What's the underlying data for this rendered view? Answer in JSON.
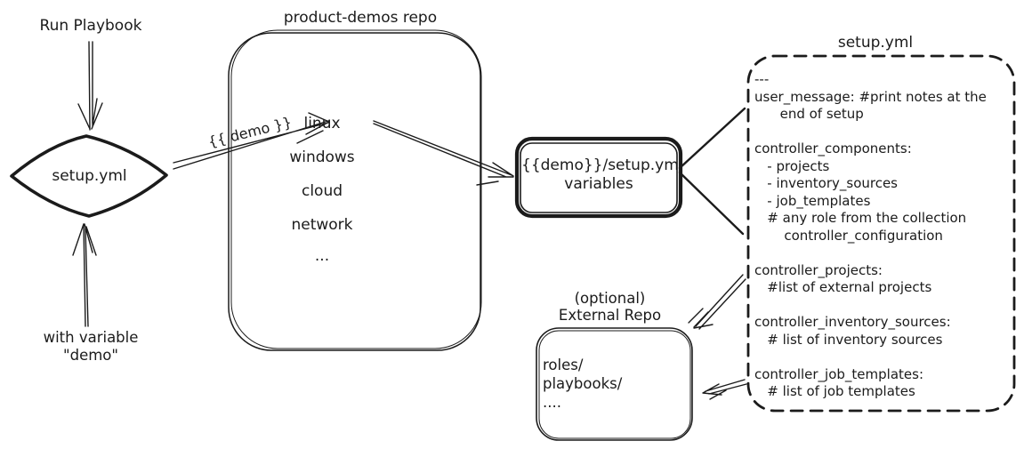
{
  "colors": {
    "ink": "#1b1b1b",
    "background": "#ffffff"
  },
  "left_flow": {
    "run_playbook_label": "Run Playbook",
    "diamond_label": "setup.yml",
    "with_variable_label": "with variable\n\"demo\"",
    "demo_arrow_label": "{{ demo }}"
  },
  "repo": {
    "title": "product-demos repo",
    "items": [
      "linux",
      "windows",
      "cloud",
      "network",
      "..."
    ]
  },
  "variables_box": {
    "label": "{{demo}}/setup.yml\nvariables"
  },
  "setup_yml": {
    "title": "setup.yml",
    "content": "---\nuser_message: #print notes at the\n      end of setup\n\ncontroller_components:\n   - projects\n   - inventory_sources\n   - job_templates\n   # any role from the collection\n       controller_configuration\n\ncontroller_projects:\n   #list of external projects\n\ncontroller_inventory_sources:\n   # list of inventory sources\n\ncontroller_job_templates:\n   # list of job templates"
  },
  "external_repo": {
    "title": "(optional)\nExternal Repo",
    "content": "roles/\nplaybooks/\n...."
  }
}
